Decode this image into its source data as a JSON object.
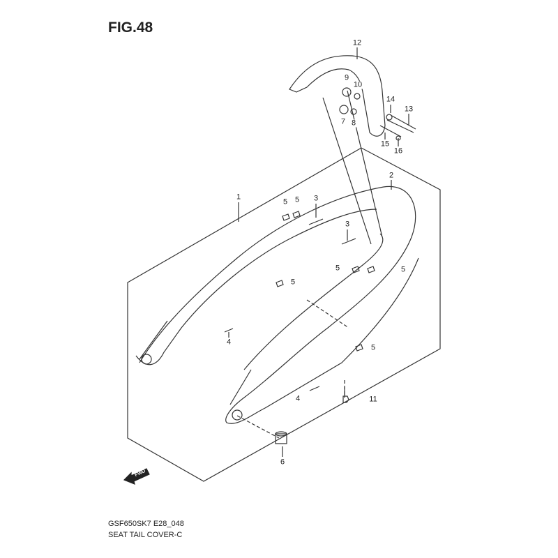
{
  "figure_title": "FIG.48",
  "caption": {
    "code": "GSF650SK7 E28_048",
    "name": "SEAT TAIL COVER-C"
  },
  "fwd_marker": "FWD",
  "callouts": [
    {
      "id": "1",
      "text": "1"
    },
    {
      "id": "2",
      "text": "2"
    },
    {
      "id": "3a",
      "text": "3"
    },
    {
      "id": "3b",
      "text": "3"
    },
    {
      "id": "4a",
      "text": "4"
    },
    {
      "id": "4b",
      "text": "4"
    },
    {
      "id": "5a",
      "text": "5"
    },
    {
      "id": "5b",
      "text": "5"
    },
    {
      "id": "5c",
      "text": "5"
    },
    {
      "id": "5d",
      "text": "5"
    },
    {
      "id": "5e",
      "text": "5"
    },
    {
      "id": "5f",
      "text": "5"
    },
    {
      "id": "6",
      "text": "6"
    },
    {
      "id": "7",
      "text": "7"
    },
    {
      "id": "8",
      "text": "8"
    },
    {
      "id": "9",
      "text": "9"
    },
    {
      "id": "10",
      "text": "10"
    },
    {
      "id": "11",
      "text": "11"
    },
    {
      "id": "12",
      "text": "12"
    },
    {
      "id": "13",
      "text": "13"
    },
    {
      "id": "14",
      "text": "14"
    },
    {
      "id": "15",
      "text": "15"
    },
    {
      "id": "16",
      "text": "16"
    }
  ]
}
